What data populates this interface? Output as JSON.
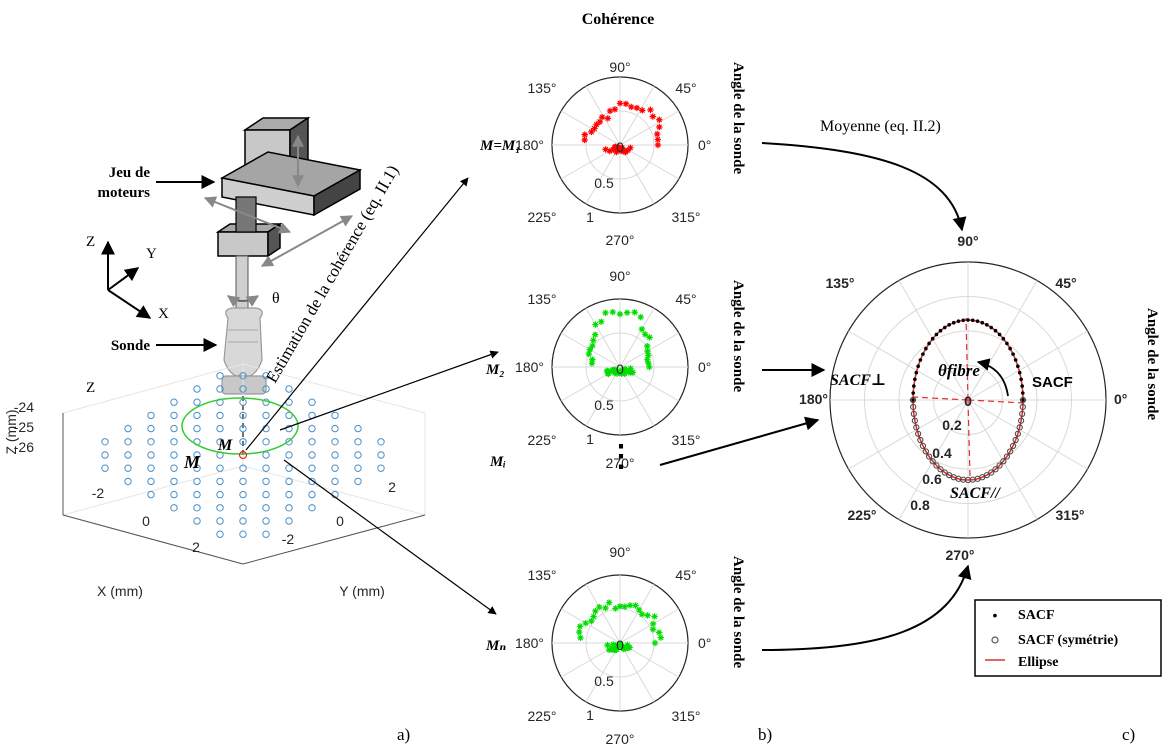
{
  "panel_a": {
    "motor_label_line1": "Jeu de",
    "motor_label_line2": "moteurs",
    "probe_label": "Sonde",
    "axis_z": "Z",
    "axis_y": "Y",
    "axis_x": "X",
    "theta": "θ",
    "estimation_label": "Estimation de la cohérence (eq. II.1)",
    "plot_z_label": "Z",
    "z_axis_title": "Z (mm)",
    "x_axis_title": "X (mm)",
    "y_axis_title": "Y (mm)",
    "z_ticks": [
      "-24",
      "-25",
      "-26"
    ],
    "x_ticks": [
      "-2",
      "0",
      "2"
    ],
    "y_ticks": [
      "-2",
      "0",
      "2"
    ],
    "point_m": "M",
    "set_m": "M",
    "letter": "a)"
  },
  "panel_b": {
    "title": "Cohérence",
    "angle_title": "Angle de la sonde",
    "angle_ticks": [
      "90°",
      "45°",
      "0°",
      "315°",
      "270°",
      "225°",
      "180°",
      "135°"
    ],
    "radial_ticks": [
      "0",
      "0.5",
      "1"
    ],
    "rows": [
      {
        "label": "M=M₁",
        "color": "#ff0000"
      },
      {
        "label": "M₂",
        "color": "#00dd00"
      },
      {
        "label": "Mᵢ"
      },
      {
        "label": "Mₙ",
        "color": "#00dd00"
      }
    ],
    "ellipsis": "⋮",
    "letter": "b)"
  },
  "panel_c": {
    "moyenne_label": "Moyenne (eq. II.2)",
    "angle_title": "Angle de la sonde",
    "angle_ticks": [
      "90°",
      "45°",
      "0°",
      "315°",
      "270°",
      "225°",
      "180°",
      "135°"
    ],
    "radial_ticks": [
      "0",
      "0.2",
      "0.4",
      "0.6",
      "0.8"
    ],
    "sacf_perp": "SACF⊥",
    "sacf_label": "SACF",
    "sacf_par": "SACF//",
    "theta_fibre": "θfibre",
    "legend": [
      {
        "label": "SACF",
        "marker": "dot"
      },
      {
        "label": "SACF (symétrie)",
        "marker": "circle"
      },
      {
        "label": "Ellipse",
        "marker": "line"
      }
    ],
    "ellipse_color": "#e03030",
    "letter": "c)"
  }
}
